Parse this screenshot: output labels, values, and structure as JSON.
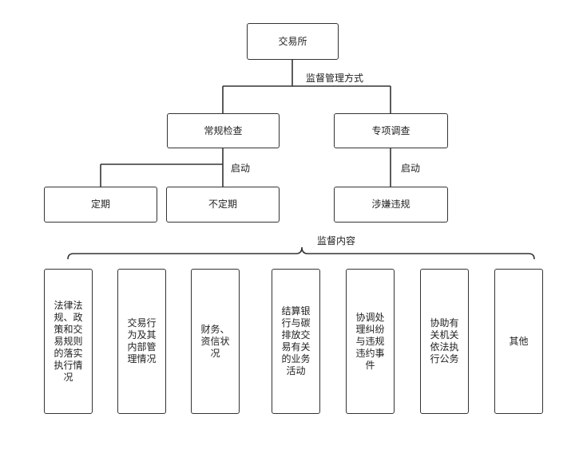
{
  "nodes": {
    "root": "交易所",
    "routine_check": "常规检查",
    "special_investigation": "专项调查",
    "periodic": "定期",
    "irregular": "不定期",
    "suspected_violation": "涉嫌违规"
  },
  "labels": {
    "supervision_method": "监督管理方式",
    "start_left": "启动",
    "start_right": "启动",
    "supervision_content": "监督内容"
  },
  "content_items": [
    "法律法\n规、政\n策和交\n易规则\n的落实\n执行情\n况",
    "交易行\n为及其\n内部管\n理情况",
    "财务、\n资信状\n况",
    "结算银\n行与碳\n排放交\n易有关\n的业务\n活动",
    "协调处\n理纠纷\n与违规\n违约事\n件",
    "协助有\n关机关\n依法执\n行公务",
    "其他"
  ],
  "colors": {
    "line": "#333333",
    "border": "#333333",
    "background": "#ffffff"
  }
}
